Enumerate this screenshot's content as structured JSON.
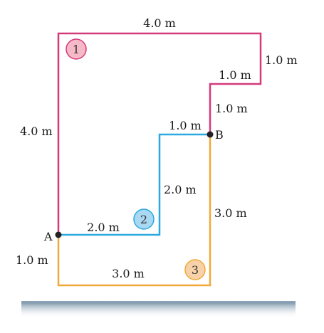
{
  "colors": {
    "path1": "#d43a7a",
    "path2": "#29a9df",
    "path3": "#f0a93a",
    "circle1_fill": "#f6b9c8",
    "circle2_fill": "#a9d8f2",
    "circle3_fill": "#f7d2a8",
    "ground": "#8aa3b8",
    "point": "#222222"
  },
  "path_labels": [
    "1",
    "2",
    "3"
  ],
  "points": {
    "a": "A",
    "b": "B"
  },
  "path1": {
    "left_segment": "4.0 m",
    "top_segment": "4.0 m",
    "right_drop": "1.0 m",
    "step_left": "1.0 m",
    "drop_to_b": "1.0 m"
  },
  "path2": {
    "horizontal": "2.0 m",
    "vertical": "2.0 m",
    "top_step": "1.0 m"
  },
  "path3": {
    "left_drop": "1.0 m",
    "bottom": "3.0 m",
    "right_rise": "3.0 m"
  }
}
